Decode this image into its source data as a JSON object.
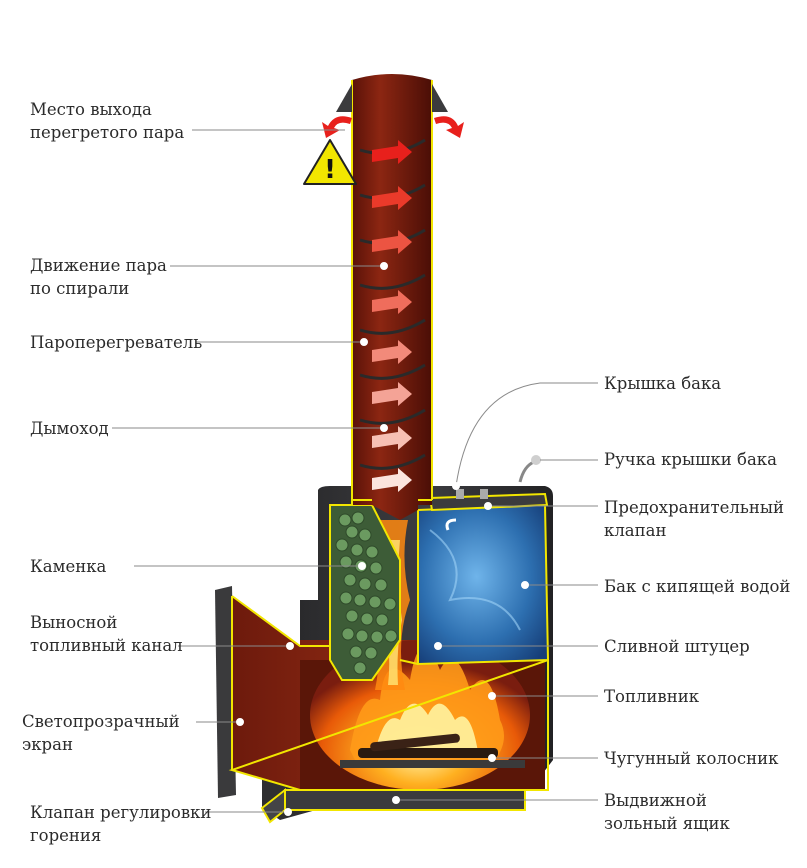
{
  "labels": {
    "steam_exit": [
      "Место выхода",
      "перегретого пара"
    ],
    "spiral_motion": [
      "Движение пара",
      "по спирали"
    ],
    "superheater": [
      "Пароперегреватель"
    ],
    "chimney": [
      "Дымоход"
    ],
    "stone_chamber": [
      "Каменка"
    ],
    "remote_fuel_channel": [
      "Выносной",
      "топливный канал"
    ],
    "transparent_screen": [
      "Светопрозрачный",
      "экран"
    ],
    "combustion_valve": [
      "Клапан регулировки",
      "горения"
    ],
    "tank_lid": [
      "Крышка бака"
    ],
    "tank_lid_handle": [
      "Ручка крышки бака"
    ],
    "safety_valve": [
      "Предохранительный",
      "клапан"
    ],
    "boiling_tank": [
      "Бак с кипящей водой"
    ],
    "drain_fitting": [
      "Сливной штуцер"
    ],
    "firebox": [
      "Топливник"
    ],
    "cast_iron_grate": [
      "Чугунный колосник"
    ],
    "ash_drawer": [
      "Выдвижной",
      "зольный ящик"
    ]
  },
  "warning": {
    "symbol": "!"
  },
  "colors": {
    "outline": "#f2e600",
    "steel": "#7a1d0f",
    "water": "#2f74b8",
    "stone": "#4f7a48",
    "flame": "#ff8a10",
    "hot_arrow": "#e8201c"
  }
}
